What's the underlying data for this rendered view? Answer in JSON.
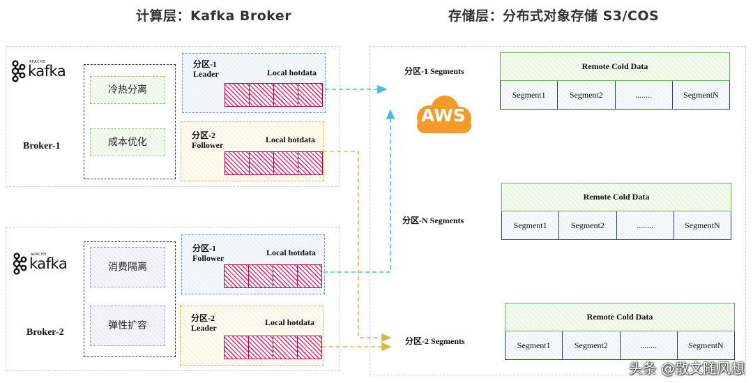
{
  "headers": {
    "left": "计算层：Kafka Broker",
    "right": "存储层：分布式对象存储 S3/COS"
  },
  "brand": {
    "kafka_word": "kafka",
    "kafka_sup": "APACHE",
    "aws": "AWS"
  },
  "brokers": [
    {
      "label": "Broker-1",
      "policies": [
        "冷热分离",
        "成本优化"
      ],
      "partitions": [
        {
          "name": "分区-1",
          "role": "Leader",
          "local": "Local hotdata"
        },
        {
          "name": "分区-2",
          "role": "Follower",
          "local": "Local hotdata"
        }
      ]
    },
    {
      "label": "Broker-2",
      "policies": [
        "消费隔离",
        "弹性扩容"
      ],
      "partitions": [
        {
          "name": "分区-1",
          "role": "Follower",
          "local": "Local hotdata"
        },
        {
          "name": "分区-2",
          "role": "Leader",
          "local": "Local hotdata"
        }
      ]
    }
  ],
  "storage": {
    "groups": [
      {
        "label": "分区-1  Segments",
        "title": "Remote Cold Data",
        "segments": [
          "Segment1",
          "Segment2",
          "........",
          "SegmentN"
        ]
      },
      {
        "label": "分区-N  Segments",
        "title": "Remote Cold Data",
        "segments": [
          "Segment1",
          "Segment2",
          "........",
          "SegmentN"
        ]
      },
      {
        "label": "分区-2  Segments",
        "title": "Remote Cold Data",
        "segments": [
          "Segment1",
          "Segment2",
          "........",
          "SegmentN"
        ]
      }
    ]
  },
  "colors": {
    "arrow_blue": "#4fb8e0",
    "arrow_yellow": "#d4b84a",
    "aws_orange": "#f39a2b",
    "hot_pink": "#c0125f",
    "cold_green": "#6fae5b"
  },
  "watermark": "头条 @散文随风想"
}
